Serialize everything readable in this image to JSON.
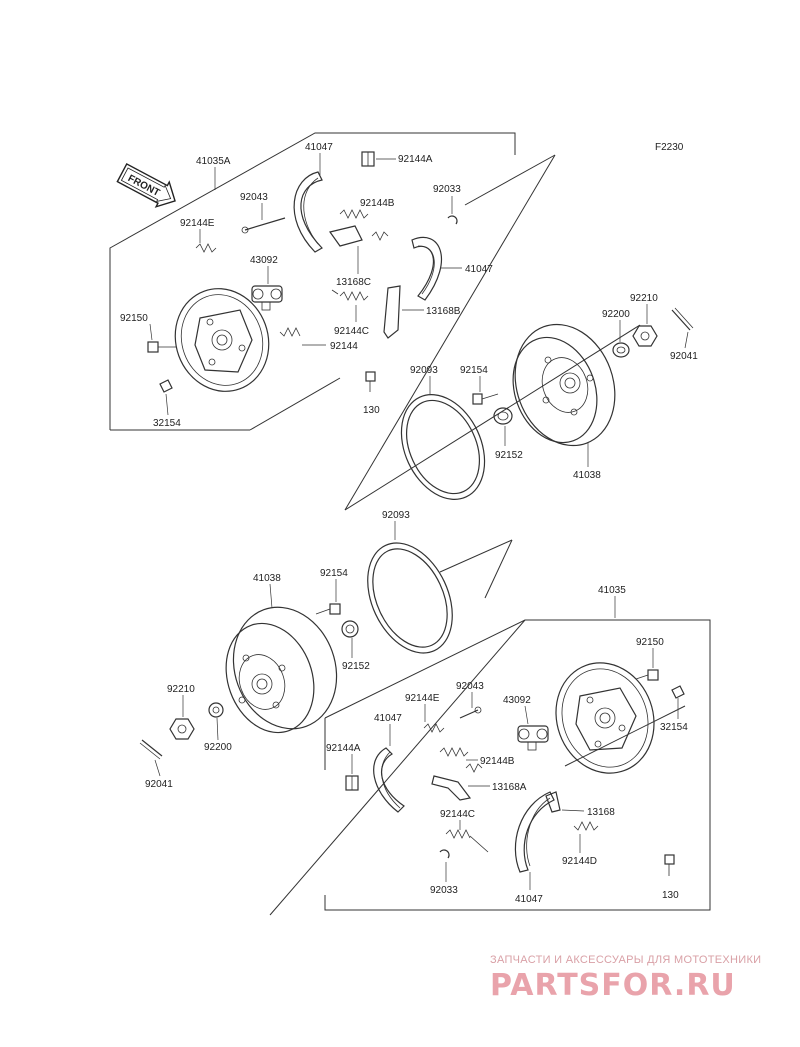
{
  "diagram_code": "F2230",
  "front_label": "FRONT",
  "top_group": {
    "frame_label": "41035A",
    "parts": {
      "shoe_top": "41047",
      "pin_top": "92144A",
      "bolt": "92043",
      "spring_e": "92144E",
      "spring_b": "92144B",
      "clip": "92033",
      "cylinder": "43092",
      "shoe_right": "41047",
      "lever_c": "13168C",
      "lever_b": "13168B",
      "spring_c": "92144C",
      "spring": "92144",
      "bolt_plate": "92150",
      "plug": "32154",
      "bolt_130": "130",
      "seal": "92093",
      "bolt_drum": "92154",
      "washer_drum": "92152",
      "drum": "41038",
      "washer": "92200",
      "nut": "92210",
      "cotter": "92041"
    }
  },
  "bottom_group": {
    "frame_label": "41035",
    "parts": {
      "seal": "92093",
      "drum": "41038",
      "bolt_drum": "92154",
      "washer_drum": "92152",
      "nut": "92210",
      "washer": "92200",
      "cotter": "92041",
      "bolt_plate": "92150",
      "plug": "32154",
      "spring_e": "92144E",
      "bolt": "92043",
      "cylinder": "43092",
      "shoe_left": "41047",
      "pin": "92144A",
      "spring_b": "92144B",
      "lever_a": "13168A",
      "spring_c": "92144C",
      "lever": "13168",
      "spring_d": "92144D",
      "clip": "92033",
      "shoe_bottom": "41047",
      "bolt_130": "130"
    }
  },
  "watermark": {
    "tagline": "ЗАПЧАСТИ И АКСЕССУАРЫ ДЛЯ МОТОТЕХНИКИ",
    "brand": "PARTSFOR.RU"
  }
}
